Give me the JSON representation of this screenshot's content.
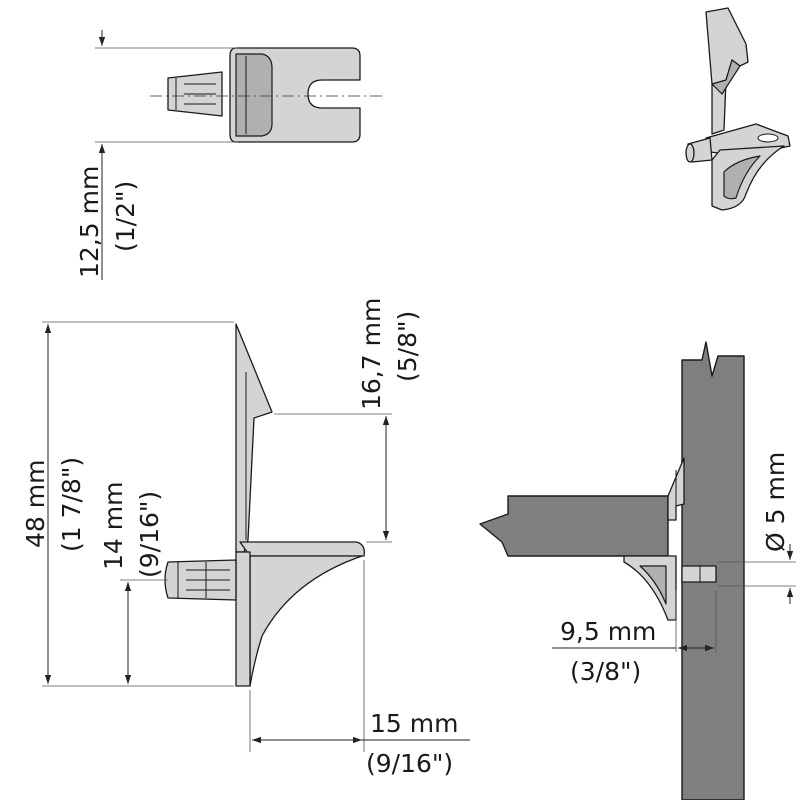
{
  "labels": {
    "width_top_mm": "12,5 mm",
    "width_top_in": "(1/2\")",
    "lip_mm": "16,7 mm",
    "lip_in": "(5/8\")",
    "height_mm": "48 mm",
    "height_in": "(1 7/8\")",
    "pin_height_mm": "14 mm",
    "pin_height_in": "(9/16\")",
    "depth_mm": "15 mm",
    "depth_in": "(9/16\")",
    "diameter": "Ø 5 mm",
    "pin_length_mm": "9,5 mm",
    "pin_length_in": "(3/8\")"
  },
  "colors": {
    "part_fill": "#d4d4d4",
    "board_fill": "#7f7f7f",
    "line": "#1a1a1a"
  }
}
